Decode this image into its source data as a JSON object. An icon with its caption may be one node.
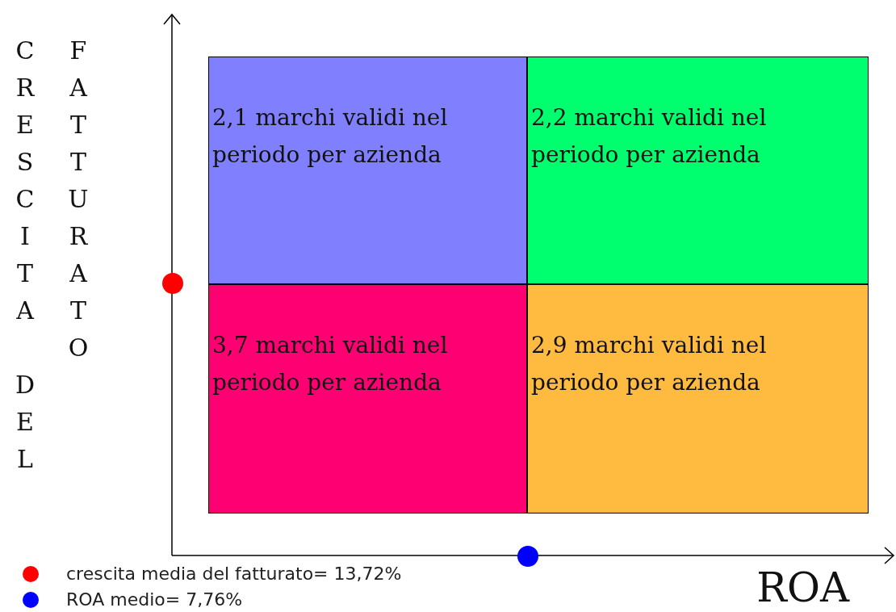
{
  "diagram": {
    "nodes": [
      {
        "text": [
          "2,1 marchi validi nel periodo per azienda"
        ]
      },
      {
        "text": [
          "2,2 marchi validi nel periodo per azienda"
        ]
      },
      {
        "text": [
          "3,7 marchi validi nel periodo per azienda"
        ]
      },
      {
        "text": [
          "2,9 marchi validi nel periodo per azienda"
        ]
      }
    ],
    "labels": [
      "CRESCITA DEL",
      "FATTURATO",
      "ROA"
    ],
    "legend": [
      {
        "text": "crescita media del fatturato= 13,72%",
        "color": "#ff0000"
      },
      {
        "text": "ROA medio= 7,76%",
        "color": "#0000ff"
      }
    ]
  }
}
